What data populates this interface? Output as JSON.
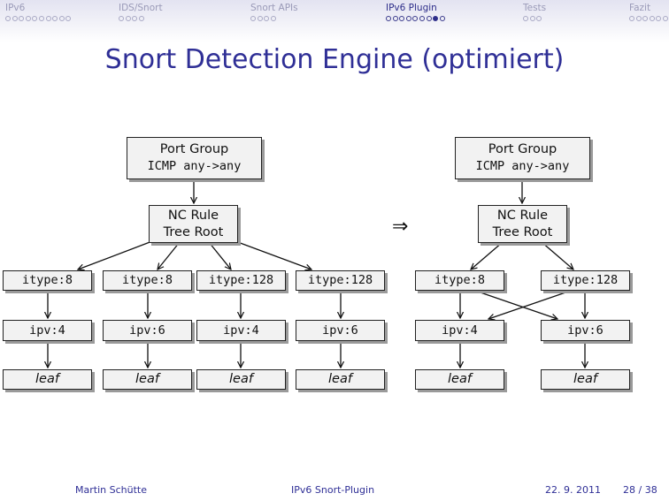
{
  "nav": [
    {
      "label": "IPv6",
      "dots": 10,
      "current": -1,
      "active": false
    },
    {
      "label": "IDS/Snort",
      "dots": 4,
      "current": -1,
      "active": false
    },
    {
      "label": "Snort APIs",
      "dots": 4,
      "current": -1,
      "active": false
    },
    {
      "label": "IPv6 Plugin",
      "dots": 9,
      "current": 7,
      "active": true
    },
    {
      "label": "Tests",
      "dots": 3,
      "current": -1,
      "active": false
    },
    {
      "label": "Fazit",
      "dots": 6,
      "current": -1,
      "active": false
    }
  ],
  "title": "Snort Detection Engine (optimiert)",
  "left_tree": {
    "port_group": {
      "line1": "Port Group",
      "line2": "ICMP any->any"
    },
    "nc_rule": {
      "line1": "NC Rule",
      "line2": "Tree Root"
    },
    "itype": [
      "itype:8",
      "itype:8",
      "itype:128",
      "itype:128"
    ],
    "ipv": [
      "ipv:4",
      "ipv:6",
      "ipv:4",
      "ipv:6"
    ],
    "leaf": [
      "leaf",
      "leaf",
      "leaf",
      "leaf"
    ]
  },
  "implies_symbol": "⇒",
  "right_tree": {
    "port_group": {
      "line1": "Port Group",
      "line2": "ICMP any->any"
    },
    "nc_rule": {
      "line1": "NC Rule",
      "line2": "Tree Root"
    },
    "itype": [
      "itype:8",
      "itype:128"
    ],
    "ipv": [
      "ipv:4",
      "ipv:6"
    ],
    "leaf": [
      "leaf",
      "leaf"
    ]
  },
  "footer": {
    "author": "Martin Schütte",
    "talk": "IPv6 Snort-Plugin",
    "date": "22. 9. 2011",
    "page": "28 / 38"
  }
}
